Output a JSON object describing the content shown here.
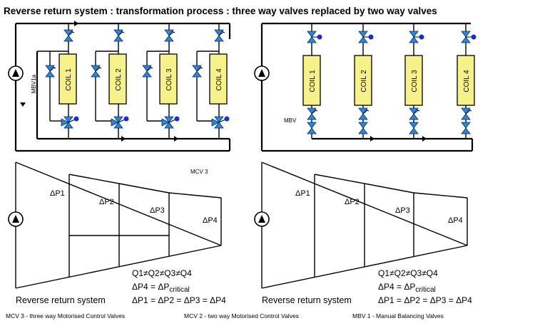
{
  "title": "Reverse return system : transformation process : three way valves replaced by two way valves",
  "left_panel": {
    "coils": [
      "COIL 1",
      "COIL 2",
      "COIL 3",
      "COIL 4"
    ],
    "mbv_label": "MBV1a",
    "mcv_label": "MCV 3",
    "pressure_labels": [
      "ΔP1",
      "ΔP2",
      "ΔP3",
      "ΔP4"
    ],
    "system_label": "Reverse return system",
    "eq1": "Q1≠Q2≠Q3≠Q4",
    "eq2_prefix": "ΔP4 = ΔP",
    "eq2_sub": "critical",
    "eq3": "ΔP1 = ΔP2 = ΔP3 = ΔP4"
  },
  "right_panel": {
    "coils": [
      "COIL 1",
      "COIL 2",
      "COIL 3",
      "COIL 4"
    ],
    "mbv_label": "MBV",
    "pressure_labels": [
      "ΔP1",
      "ΔP2",
      "ΔP3",
      "ΔP4"
    ],
    "system_label": "Reverse return system",
    "eq1": "Q1≠Q2≠Q3≠Q4",
    "eq2_prefix": "ΔP4 = ΔP",
    "eq2_sub": "critical",
    "eq3": "ΔP1 = ΔP2 = ΔP3 = ΔP4"
  },
  "legend": {
    "mcv3": "MCV 3 -  three  way Motorised Control Valves",
    "mcv2": "MCV 2 - two way Motorised Control Valves",
    "mbv1": "MBV 1 - Manual Balancing Valves"
  },
  "colors": {
    "coil_fill": "#f7f18a",
    "valve_fill": "#2a86d6",
    "valve_dot": "#1a2bd0"
  },
  "icons": [
    "pump-icon",
    "two-way-valve-icon",
    "three-way-valve-icon",
    "balancing-valve-icon"
  ]
}
